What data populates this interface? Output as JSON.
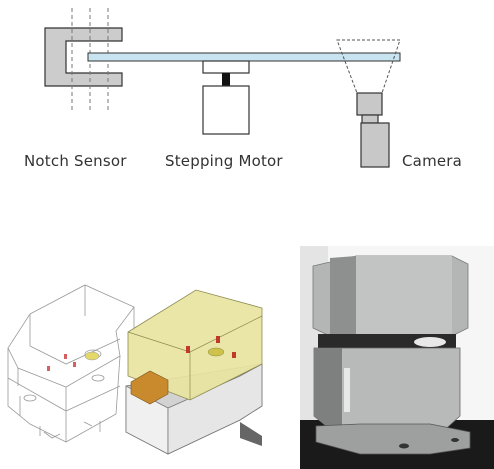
{
  "labels": {
    "notch_sensor": "Notch Sensor",
    "stepping_motor": "Stepping Motor",
    "camera": "Camera"
  },
  "panels": [
    {
      "name": "wireframe-render",
      "kind": "cad-wireframe"
    },
    {
      "name": "shaded-render",
      "kind": "cad-shaded"
    },
    {
      "name": "device-photo",
      "kind": "photograph"
    }
  ],
  "colors": {
    "sensor_gray": "#cccccc",
    "rod_blue": "#c8e4f0",
    "motor_black": "#111111",
    "camera_gray": "#c8c8c8",
    "dashed_lines": "#888888",
    "cad_yellow": "#e8e4a0",
    "cad_orange": "#c98a2e",
    "photo_dark": "#111111"
  }
}
